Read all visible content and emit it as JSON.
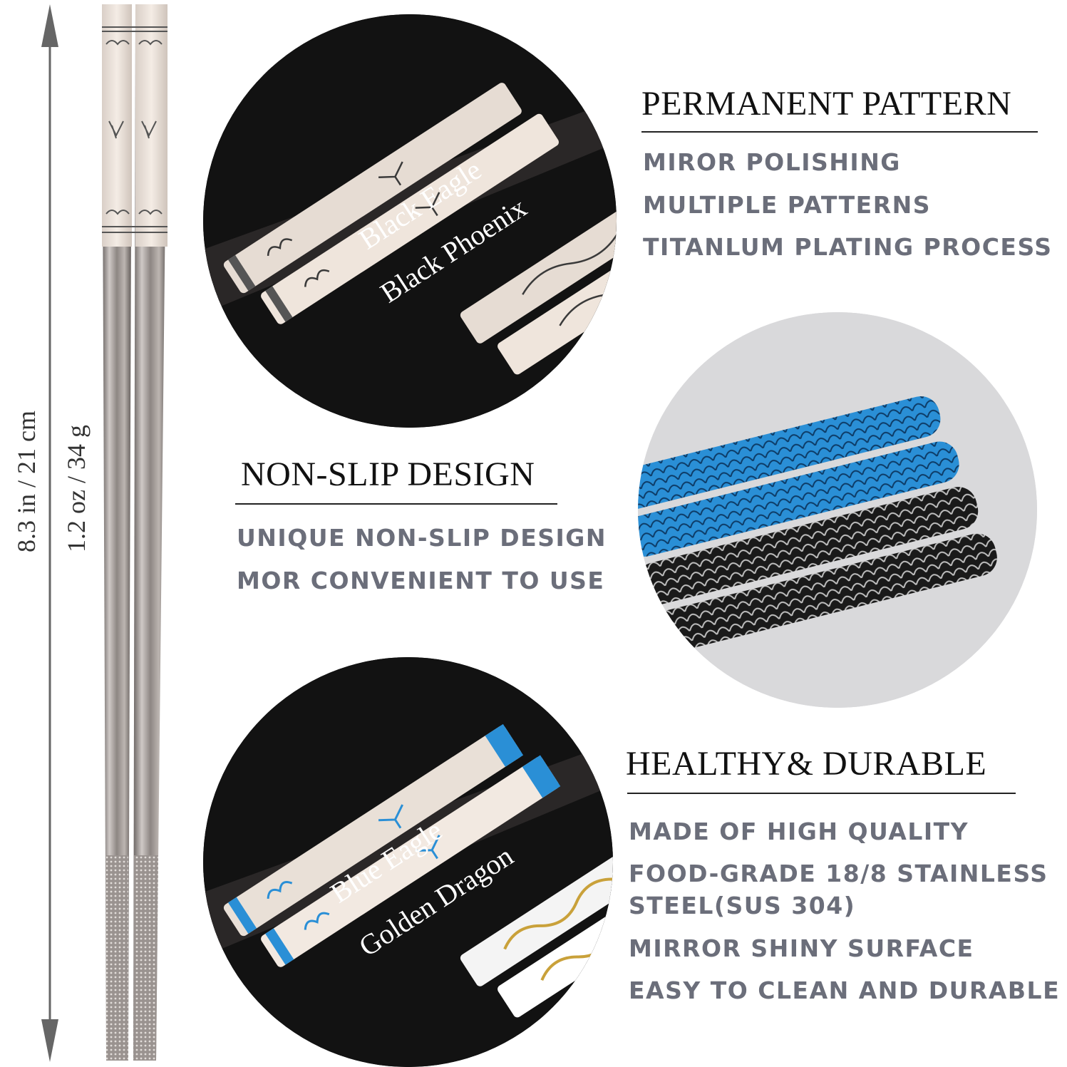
{
  "dimensions": {
    "length_label": "8.3 in / 21 cm",
    "weight_label": "1.2 oz / 34 g"
  },
  "sections": [
    {
      "heading": "PERMANENT PATTERN",
      "items": [
        "MIROR POLISHING",
        "MULTIPLE PATTERNS",
        "TITANLUM PLATING PROCESS"
      ]
    },
    {
      "heading": "NON-SLIP DESIGN",
      "items": [
        "UNIQUE NON-SLIP DESIGN",
        "MOR CONVENIENT TO USE"
      ]
    },
    {
      "heading": "HEALTHY& DURABLE",
      "items": [
        "MADE OF HIGH QUALITY",
        "FOOD-GRADE 18/8 STAINLESS",
        "STEEL(SUS 304)",
        "MIRROR SHINY SURFACE",
        "EASY TO CLEAN AND DURABLE"
      ]
    }
  ],
  "photos": {
    "top": {
      "line1": "Black Eagle",
      "line2": "Black Phoenix"
    },
    "bottom": {
      "line1": "Blue Eagle",
      "line2": "Golden Dragon"
    }
  },
  "colors": {
    "text_heading": "#111111",
    "text_bullet": "#6b6e7a",
    "accent_blue": "#2a8fd6",
    "accent_gold": "#c9a13a"
  }
}
